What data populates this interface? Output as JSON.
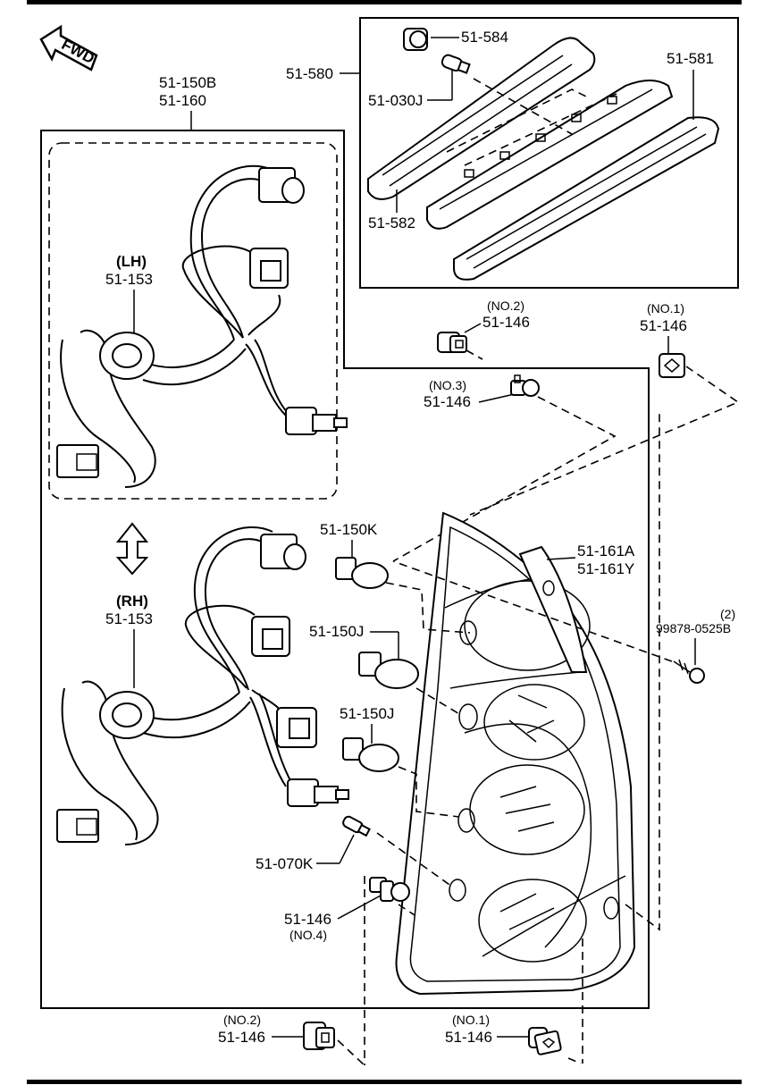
{
  "fwd_label": "FWD",
  "labels": {
    "harness_set_1": "51-150B",
    "harness_set_2": "51-160",
    "lh_side": "(LH)",
    "lh_part": "51-153",
    "rh_side": "(RH)",
    "rh_part": "51-153",
    "high_mount_assy": "51-580",
    "clip_584": "51-584",
    "bulb_030j": "51-030J",
    "lens_581": "51-581",
    "housing_582": "51-582",
    "clip_no2_top_tag": "(NO.2)",
    "clip_no2_top": "51-146",
    "clip_no1_top_tag": "(NO.1)",
    "clip_no1_top": "51-146",
    "clip_no3_tag": "(NO.3)",
    "clip_no3": "51-146",
    "bulb_150k": "51-150K",
    "bulb_150j_a": "51-150J",
    "bulb_150j_b": "51-150J",
    "lamp_161a": "51-161A",
    "lamp_161y": "51-161Y",
    "screw_qty": "(2)",
    "screw": "99878-0525B",
    "bulb_070k": "51-070K",
    "clip_no4": "51-146",
    "clip_no4_tag": "(NO.4)",
    "clip_no2_bottom_tag": "(NO.2)",
    "clip_no2_bottom": "51-146",
    "clip_no1_bottom_tag": "(NO.1)",
    "clip_no1_bottom": "51-146"
  }
}
